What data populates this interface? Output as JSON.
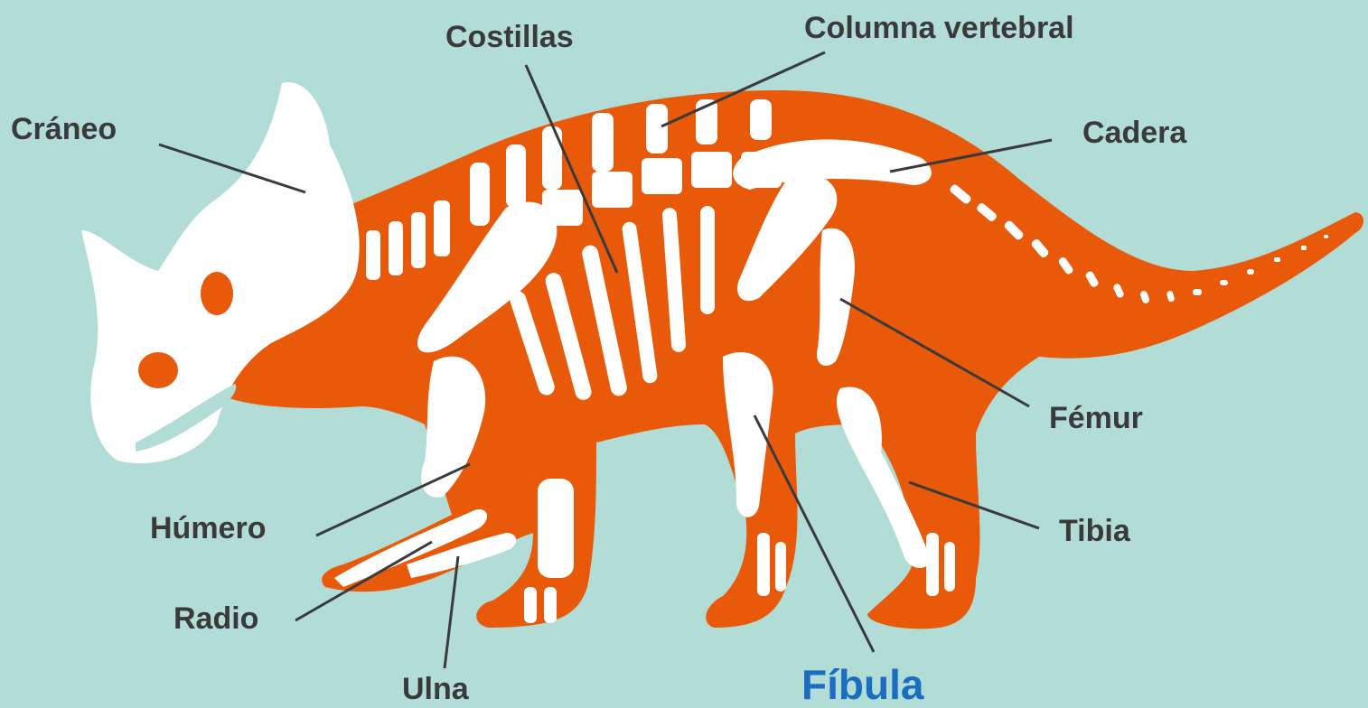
{
  "colors": {
    "background": "#b2dcd6",
    "body": "#e8590a",
    "bone": "#ffffff",
    "leader": "#3a3a3a",
    "label": "#3a3a3a",
    "highlight": "#1a6dc0"
  },
  "labels": {
    "craneo": "Cráneo",
    "costillas": "Costillas",
    "columna": "Columna vertebral",
    "cadera": "Cadera",
    "femur": "Fémur",
    "tibia": "Tibia",
    "humero": "Húmero",
    "radio": "Radio",
    "ulna": "Ulna",
    "fibula": "Fíbula"
  }
}
